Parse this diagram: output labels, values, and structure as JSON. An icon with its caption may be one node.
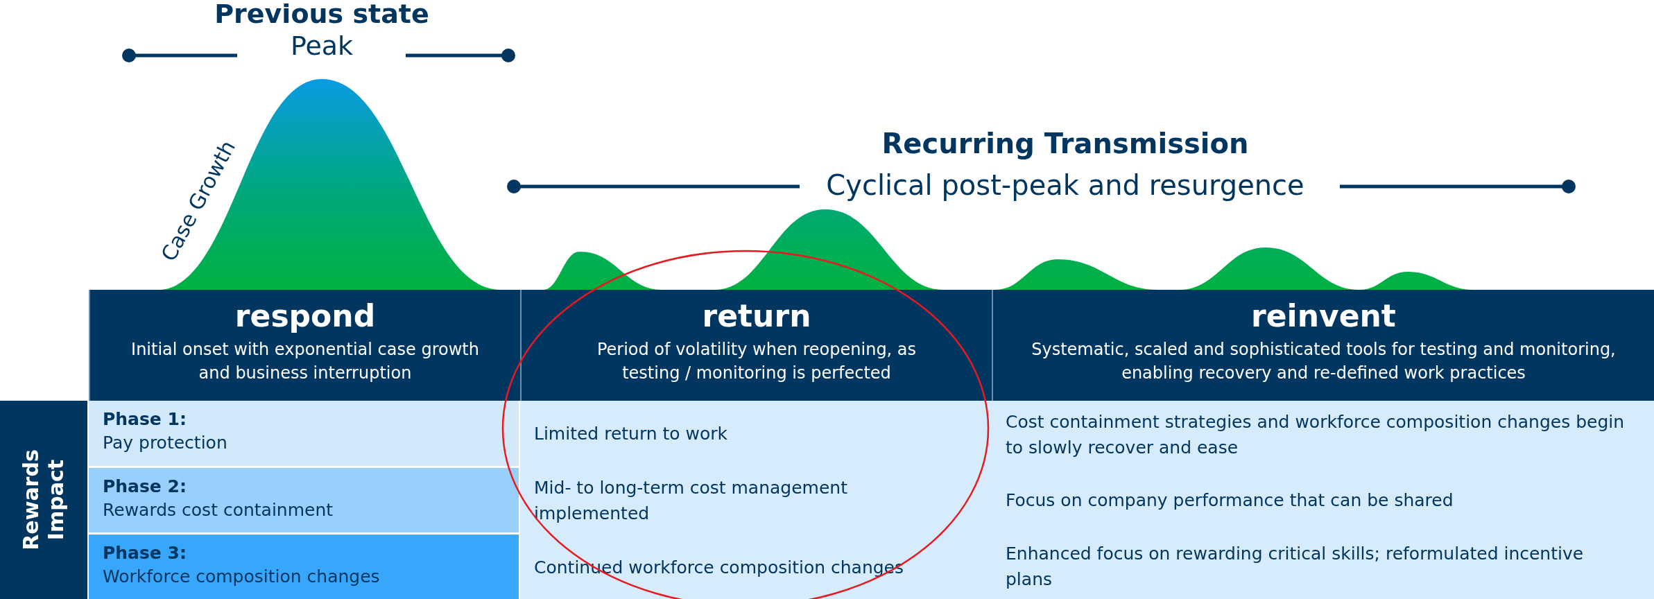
{
  "diagram": {
    "nodes": [
      {
        "text": [
          "respond",
          "Initial onset with exponential case growth and business interruption"
        ]
      },
      {
        "text": [
          "return",
          "Period of volatility when reopening, as testing / monitoring is perfected"
        ]
      },
      {
        "text": [
          "reinvent",
          "Systematic, scaled and sophisticated tools  for testing and monitoring,  enabling recovery and re-defined  work practices"
        ]
      },
      {
        "text": [
          "Rewards Impact"
        ]
      },
      {
        "text": [
          "Phase 1:",
          "Pay protection"
        ]
      },
      {
        "text": [
          "Limited return to work"
        ]
      },
      {
        "text": [
          "Cost containment strategies and workforce composition changes begin to slowly recover and ease"
        ]
      },
      {
        "text": [
          "Phase 2:",
          "Rewards cost containment"
        ]
      },
      {
        "text": [
          "Mid- to long-term cost management implemented"
        ]
      },
      {
        "text": [
          "Focus on company performance that can be shared"
        ]
      },
      {
        "text": [
          "Phase 3:",
          "Workforce composition changes"
        ]
      },
      {
        "text": [
          "Continued workforce composition changes"
        ]
      },
      {
        "text": [
          "Enhanced focus on rewarding critical skills; reformulated incentive plans"
        ]
      }
    ],
    "labels": [
      "Previous state",
      "Peak",
      "Case Growth",
      "Recurring Transmission",
      "Cyclical post-peak and resurgence"
    ]
  }
}
